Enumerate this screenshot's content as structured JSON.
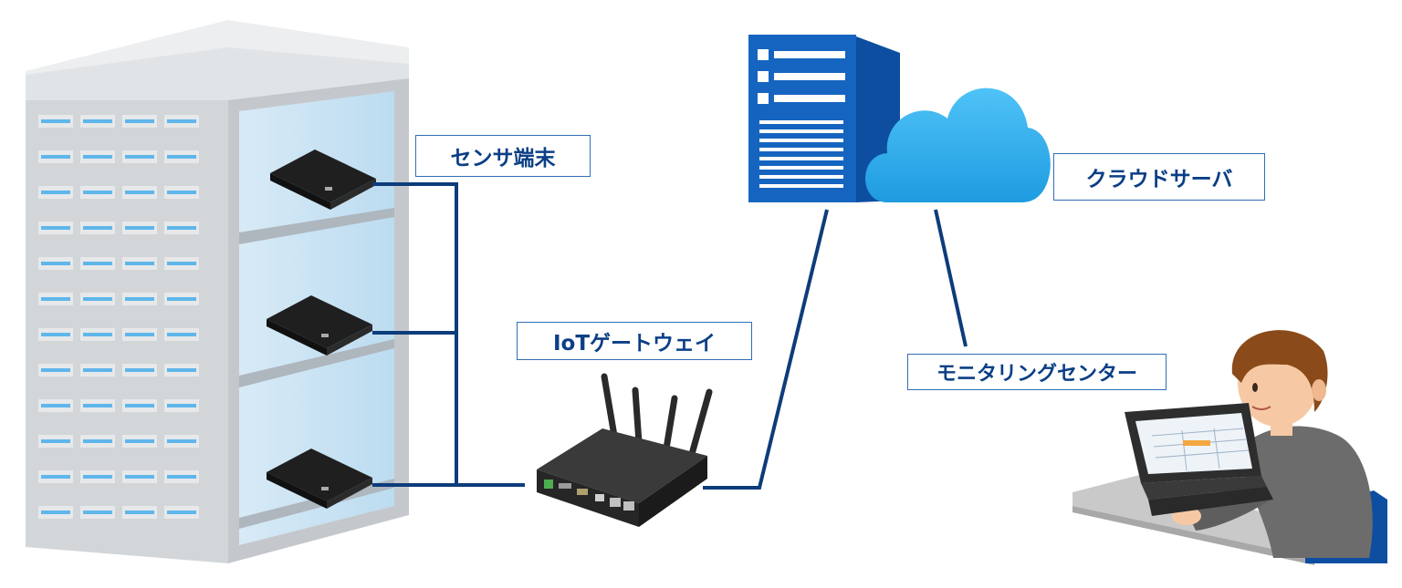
{
  "labels": {
    "sensor_terminal": "センサ端末",
    "iot_gateway": "IoTゲートウェイ",
    "cloud_server": "クラウドサーバ",
    "monitoring_center": "モニタリングセンター"
  },
  "colors": {
    "line": "#0d3c7a",
    "label_border": "#2f6fb3",
    "label_text": "#0b3f86",
    "server_blue": "#1565c0",
    "cloud_blue": "#2aa8ee",
    "rack_gray": "#d6d9dc"
  },
  "icons": [
    "server-rack-icon",
    "sensor-device-icon",
    "iot-gateway-router-icon",
    "cloud-server-icon",
    "cloud-icon",
    "operator-laptop-icon"
  ]
}
